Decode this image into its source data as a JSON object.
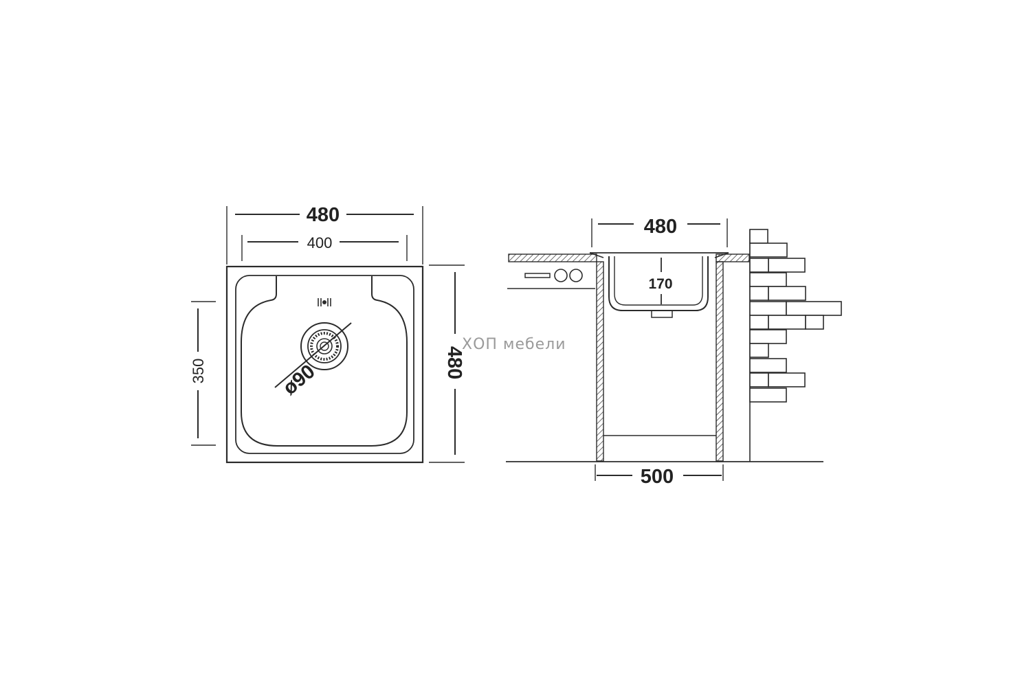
{
  "top_view": {
    "overall_width": "480",
    "bowl_width": "400",
    "overall_depth": "480",
    "bowl_depth": "350",
    "drain_diameter": "ø90"
  },
  "side_view": {
    "sink_width": "480",
    "bowl_depth": "170",
    "cabinet_width": "500"
  },
  "watermark": "ХОП мебели",
  "colors": {
    "line": "#2b2b2b",
    "text": "#222222",
    "watermark": "#9a9a9a",
    "background": "#ffffff"
  }
}
